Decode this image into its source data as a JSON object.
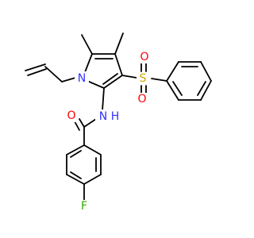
{
  "molecule": {
    "atom_labels": {
      "nitrogen_ring": "N",
      "nitrogen_amide": "N",
      "hydrogen_amide": "H",
      "oxygen_carbonyl": "O",
      "sulfur": "S",
      "oxygen_sulfonyl_top": "O",
      "oxygen_sulfonyl_bottom": "O",
      "fluorine": "F"
    },
    "atom_colors": {
      "nitrogen": "#3333ff",
      "oxygen": "#ff0000",
      "sulfur": "#ccaa00",
      "fluorine": "#33aa00",
      "bond": "#000000"
    }
  }
}
